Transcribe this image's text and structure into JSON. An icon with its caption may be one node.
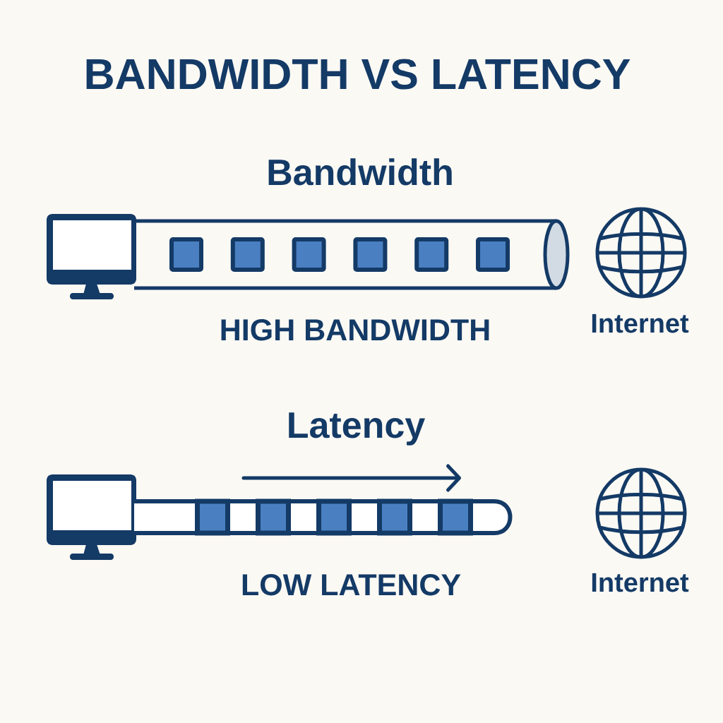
{
  "diagram": {
    "title": "BANDWIDTH VS LATENCY",
    "labels": [
      "Bandwidth",
      "HIGH BANDWIDTH",
      "Internet",
      "Latency",
      "LOW LATENCY",
      "Internet"
    ]
  }
}
